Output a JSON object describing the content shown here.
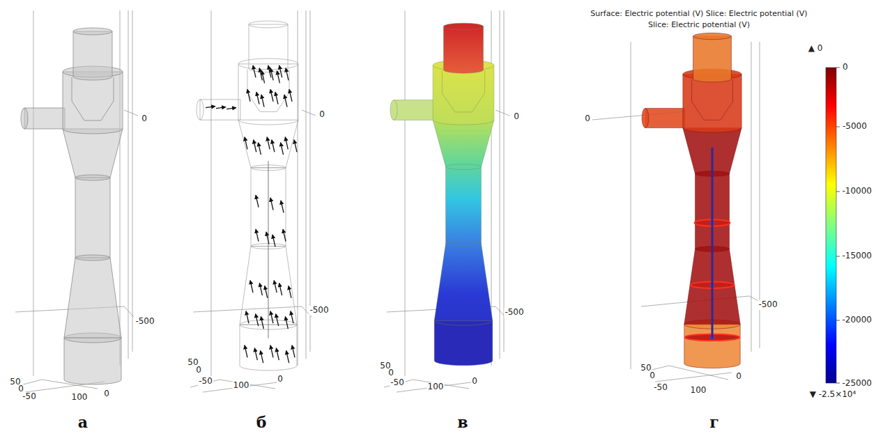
{
  "diagram": {
    "labels": [
      "0",
      "-500",
      "50",
      "0",
      "-50",
      "100",
      "0",
      "а",
      "0",
      "-500",
      "50",
      "0",
      "-50",
      "100",
      "0",
      "б",
      "0",
      "-500",
      "50",
      "0",
      "-50",
      "100",
      "0",
      "в",
      "Surface: Electric potential (V) Slice: Electric potential (V)",
      "Slice: Electric potential (V)",
      "0",
      "-500",
      "50",
      "0",
      "-50",
      "100",
      "0",
      "г",
      "▲ 0",
      "0",
      "-5000",
      "-10000",
      "-15000",
      "-20000",
      "-25000",
      "▼ -2.5×10⁴"
    ]
  }
}
